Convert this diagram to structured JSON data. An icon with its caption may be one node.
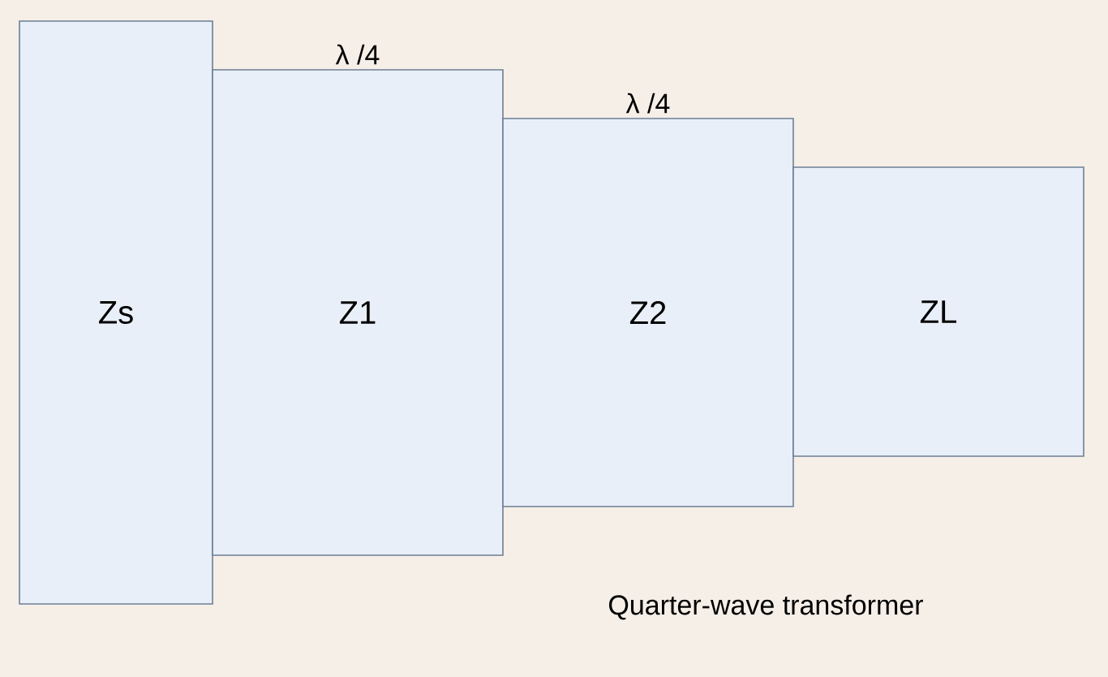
{
  "diagram": {
    "caption": "Quarter-wave transformer",
    "nodes": [
      {
        "text": [
          "Zs"
        ]
      },
      {
        "text": [
          "Z1"
        ],
        "beside": [
          "λ /4"
        ]
      },
      {
        "text": [
          "Z2"
        ],
        "beside": [
          "λ /4"
        ]
      },
      {
        "text": [
          "ZL"
        ]
      }
    ]
  }
}
